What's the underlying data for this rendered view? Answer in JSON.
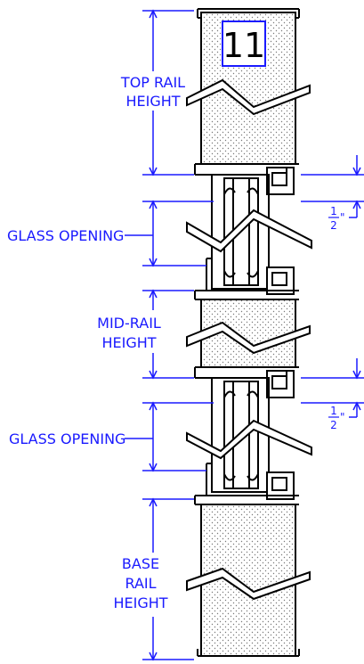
{
  "badge": {
    "number": "11"
  },
  "labels": {
    "top_rail_1": "TOP RAIL",
    "top_rail_2": "HEIGHT",
    "glass_opening_upper": "GLASS OPENING",
    "mid_rail_1": "MID-RAIL",
    "mid_rail_2": "HEIGHT",
    "glass_opening_lower": "GLASS OPENING",
    "base_rail_1": "BASE",
    "base_rail_2": "RAIL",
    "base_rail_3": "HEIGHT"
  },
  "dimensions": {
    "upper_offset": {
      "numerator": "1",
      "denominator": "2",
      "unit": "\""
    },
    "lower_offset": {
      "numerator": "1",
      "denominator": "2",
      "unit": "\""
    }
  },
  "colors": {
    "dimension": "#1a1aff",
    "outline": "#000000",
    "fill_pattern": "#9a9a9a"
  }
}
